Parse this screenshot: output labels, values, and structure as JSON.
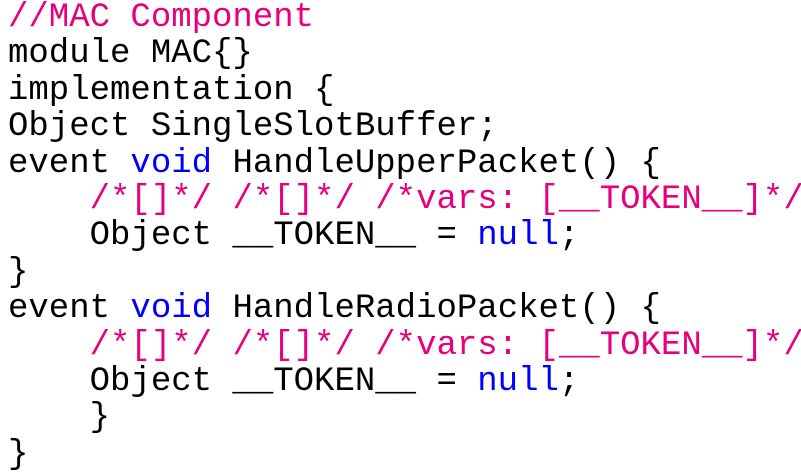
{
  "colors": {
    "comment": "#e6007e",
    "keyword": "#0000ff",
    "plain": "#000000"
  },
  "lines": [
    [
      {
        "t": "//MAC Component",
        "k": "comment"
      }
    ],
    [
      {
        "t": "module MAC{}",
        "k": "plain"
      }
    ],
    [
      {
        "t": "implementation {",
        "k": "plain"
      }
    ],
    [
      {
        "t": "Object SingleSlotBuffer;",
        "k": "plain"
      }
    ],
    [
      {
        "t": "event ",
        "k": "plain"
      },
      {
        "t": "void",
        "k": "keyword"
      },
      {
        "t": " HandleUpperPacket() {",
        "k": "plain"
      }
    ],
    [
      {
        "t": "    ",
        "k": "plain"
      },
      {
        "t": "/*[]*/ /*[]*/ /*vars: [__TOKEN__]*/",
        "k": "comment"
      }
    ],
    [
      {
        "t": "    Object __TOKEN__ = ",
        "k": "plain"
      },
      {
        "t": "null",
        "k": "keyword"
      },
      {
        "t": ";",
        "k": "plain"
      }
    ],
    [
      {
        "t": "}",
        "k": "plain"
      }
    ],
    [
      {
        "t": "event ",
        "k": "plain"
      },
      {
        "t": "void",
        "k": "keyword"
      },
      {
        "t": " HandleRadioPacket() {",
        "k": "plain"
      }
    ],
    [
      {
        "t": "    ",
        "k": "plain"
      },
      {
        "t": "/*[]*/ /*[]*/ /*vars: [__TOKEN__]*/",
        "k": "comment"
      }
    ],
    [
      {
        "t": "    Object __TOKEN__ = ",
        "k": "plain"
      },
      {
        "t": "null",
        "k": "keyword"
      },
      {
        "t": ";",
        "k": "plain"
      }
    ],
    [
      {
        "t": "    }",
        "k": "plain"
      }
    ],
    [
      {
        "t": "}",
        "k": "plain"
      }
    ]
  ]
}
